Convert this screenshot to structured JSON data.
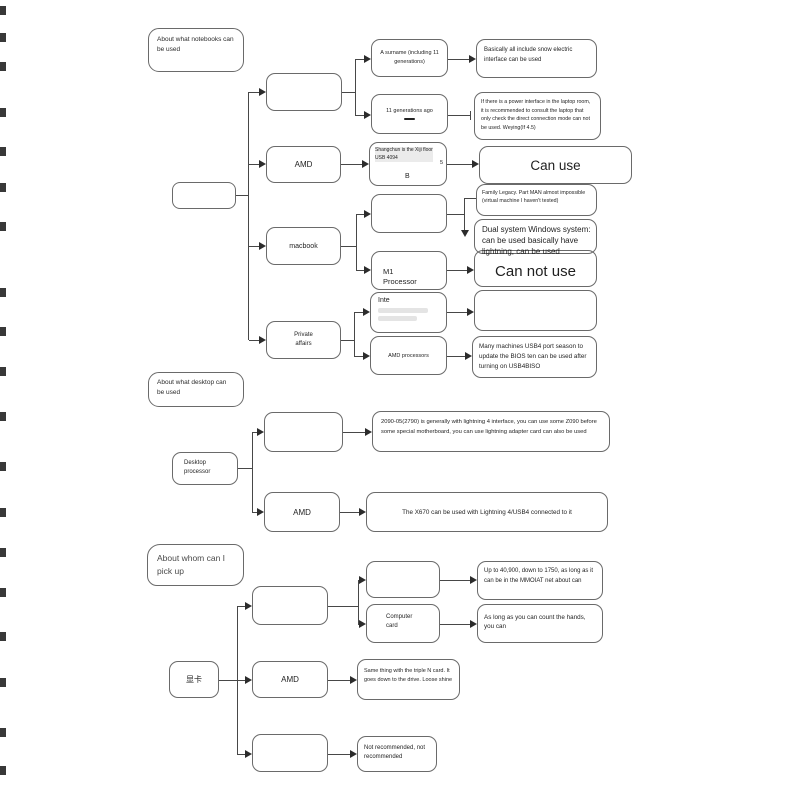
{
  "colors": {
    "background": "#ffffff",
    "box_border": "#6a6a6a",
    "connector": "#474747",
    "text": "#1f1f1f",
    "highlight": "#ebebeb"
  },
  "nodes": {
    "notebooks_label": "About what notebooks can be used",
    "surname": "A surname (including 11 generations)",
    "generations_ago": "11 generations ago",
    "basically": "Basically all include snow electric interface can be used",
    "power": "If there is a power interface in the laptop room, it is recommended to consult the laptop that only check the direct connection mode can not be used. Weying(If 4.5)",
    "amd1": "AMD",
    "shangchun": "Shangchun is the Xiji floor USB 4094",
    "shangchun_num": "5",
    "shangchun_b": "B",
    "can_use": "Can use",
    "macbook": "macbook",
    "m1": "M1\nProcessor",
    "family": "Family Legacy. Part MAN almost impossible (virtual machine I haven't tested)",
    "dual": "Dual system Windows system: can be used basically have lightning, can be used",
    "can_not_use": "Can not use",
    "inte": "Inte",
    "private_affairs": "Private\naffairs",
    "amd_processors": "AMD processors",
    "usb4": "Many machines USB4 port season to update the BIOS ten can be used after turning on USB4BISO",
    "desktop_label": "About what desktop can be used",
    "desktop_processor": "Desktop\nprocessor",
    "amd2": "AMD",
    "lightning": "2090-05(2790) is generally with lightning 4 interface, you can use some Z090 before some special motherboard, you can use lightning adapter card can also be used",
    "x670": "The X670 can be used with Lightning 4/USB4 connected to it",
    "pickup_label": "About whom can I\npick up",
    "gpu": "显卡",
    "computer_card": "Computer\ncard",
    "upto": "Up to 40,900, down to 1750, as long as it can be in the MMOIAT net about can",
    "aslong": "As long as you can count the hands, you can",
    "amd3": "AMD",
    "samething": "Same thing with the triple N card. It goes down to the drive. Loose shine",
    "notrec": "Not recommended, not recommended"
  }
}
